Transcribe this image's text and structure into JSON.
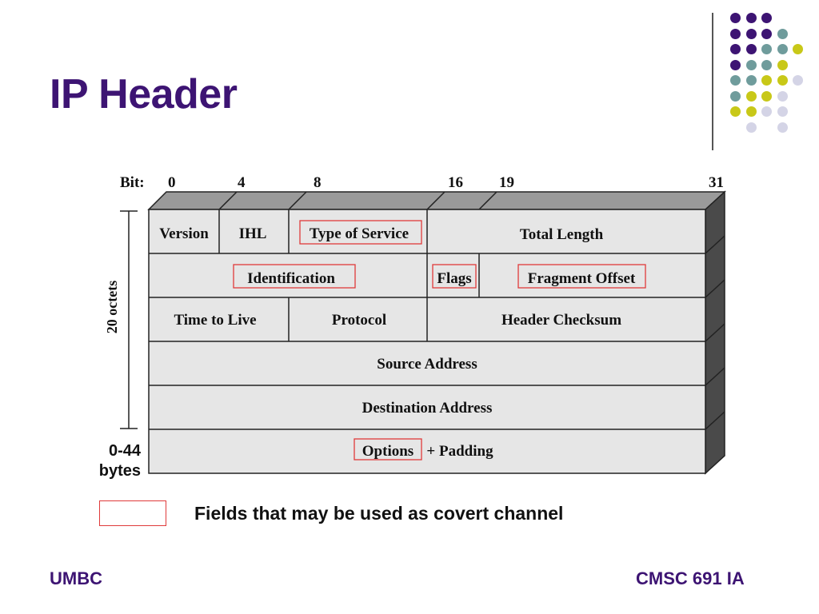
{
  "slide": {
    "title": "IP Header",
    "footer_left": "UMBC",
    "footer_right": "CMSC 691 IA"
  },
  "diagram": {
    "bit_caption": "Bit:",
    "bit_positions": [
      "0",
      "4",
      "8",
      "16",
      "19",
      "31"
    ],
    "side_label": "20 octets",
    "options_size": [
      "0-44",
      "bytes"
    ],
    "rows": [
      [
        "Version",
        "IHL",
        "Type of Service",
        "Total Length"
      ],
      [
        "Identification",
        "Flags",
        "Fragment Offset"
      ],
      [
        "Time to Live",
        "Protocol",
        "Header Checksum"
      ],
      [
        "Source Address"
      ],
      [
        "Destination Address"
      ],
      [
        "Options",
        "+ Padding"
      ]
    ],
    "covert_fields": [
      "Type of Service",
      "Identification",
      "Flags",
      "Fragment Offset",
      "Options"
    ]
  },
  "legend": {
    "text": "Fields that may be used as covert channel",
    "color": "#e03a3a"
  },
  "colors": {
    "title": "#3d1473",
    "box_fill": "#e6e6e6",
    "box_side": "#4a4a4a",
    "highlight": "#e03a3a",
    "dot_purple": "#3d1473",
    "dot_teal": "#6f9c9c",
    "dot_yellow": "#c8c818",
    "dot_lavender": "#d4d4e6"
  }
}
